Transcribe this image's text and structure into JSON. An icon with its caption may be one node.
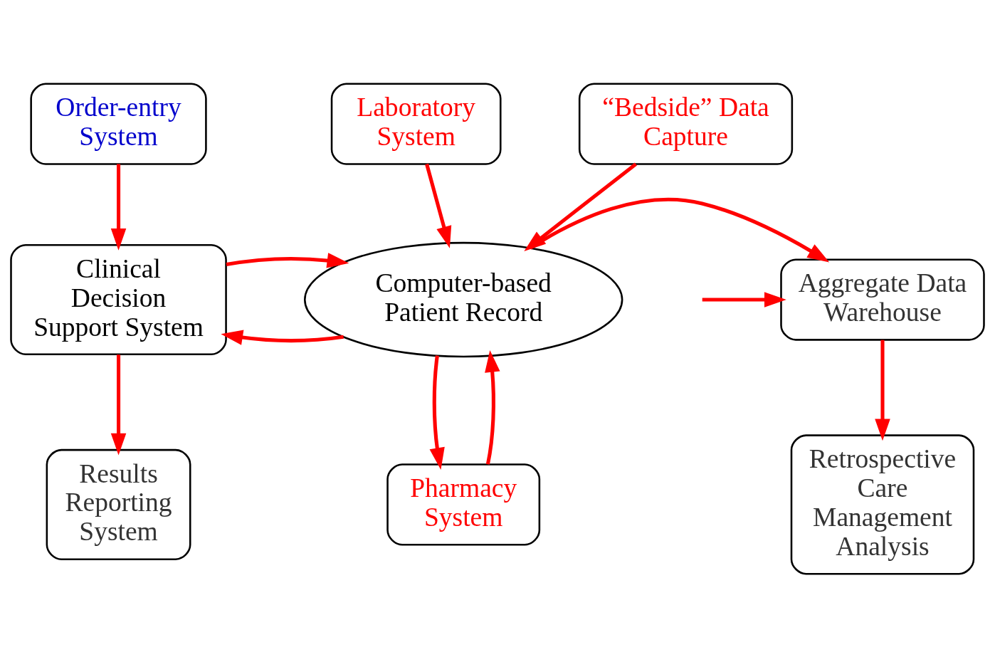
{
  "diagram": {
    "nodes": [
      {
        "text": [
          "Order-entry System"
        ]
      },
      {
        "text": [
          "Laboratory System"
        ]
      },
      {
        "text": [
          "“Bedside” Data Capture"
        ]
      },
      {
        "text": [
          "Clinical Decision Support System"
        ]
      },
      {
        "text": [
          "Computer-based Patient Record"
        ]
      },
      {
        "text": [
          "Aggregate Data Warehouse"
        ]
      },
      {
        "text": [
          "Results Reporting System"
        ]
      },
      {
        "text": [
          "Pharmacy System"
        ]
      },
      {
        "text": [
          "Retrospective Care Management Analysis"
        ]
      }
    ],
    "edges": [
      {
        "from": 0,
        "to": 3,
        "arrow": "to"
      },
      {
        "from": 1,
        "to": 4,
        "arrow": "to"
      },
      {
        "from": 2,
        "to": 4,
        "arrow": "to"
      },
      {
        "from": 4,
        "to": 3,
        "arrow": "to"
      },
      {
        "from": 3,
        "to": 4,
        "arrow": "to"
      },
      {
        "from": 4,
        "to": 5,
        "arrow": "to"
      },
      {
        "from": null,
        "to": 5,
        "arrow": "to"
      },
      {
        "from": 3,
        "to": 6,
        "arrow": "to"
      },
      {
        "from": 7,
        "to": 4,
        "arrow": "to"
      },
      {
        "from": 4,
        "to": 7,
        "arrow": "to"
      },
      {
        "from": 5,
        "to": 8,
        "arrow": "to"
      }
    ]
  }
}
